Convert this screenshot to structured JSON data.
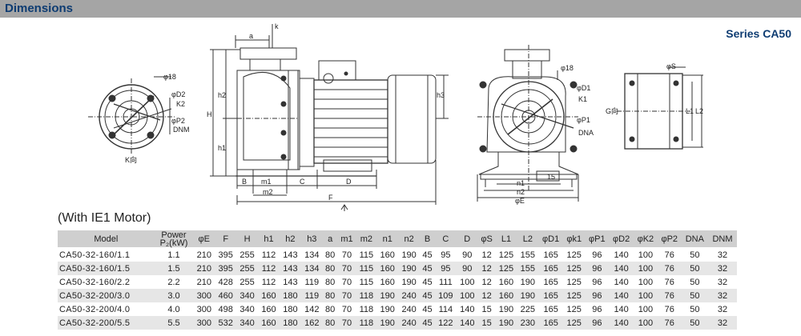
{
  "header": {
    "title": "Dimensions"
  },
  "series_label": "Series CA50",
  "drawing_labels": {
    "top_a": "a",
    "top_k": "k",
    "H": "H",
    "h1": "h1",
    "h2": "h2",
    "h3": "h3",
    "B": "B",
    "m1": "m1",
    "m2": "m2",
    "C": "C",
    "D": "D",
    "F": "F",
    "G": "G",
    "left_phi18": "φ18",
    "left_D2": "φD2",
    "left_K2": "K2",
    "left_P2": "φP2",
    "left_DNM": "DNM",
    "left_K": "K向",
    "mid_phi18": "φ18",
    "mid_D1": "φD1",
    "mid_K1": "K1",
    "mid_P1": "φP1",
    "mid_DNA": "DNA",
    "mid_15": "15",
    "mid_n1": "n1",
    "mid_n2": "n2",
    "mid_E": "φE",
    "right_S": "φS",
    "right_G": "G向",
    "right_L1": "L1",
    "right_L2": "L2"
  },
  "motor_note": "(With IE1 Motor)",
  "table": {
    "headers": [
      "Model",
      "Power\nP₂(kW)",
      "φE",
      "F",
      "H",
      "h1",
      "h2",
      "h3",
      "a",
      "m1",
      "m2",
      "n1",
      "n2",
      "B",
      "C",
      "D",
      "φS",
      "L1",
      "L2",
      "φD1",
      "φk1",
      "φP1",
      "φD2",
      "φK2",
      "φP2",
      "DNA",
      "DNM"
    ],
    "rows": [
      [
        "CA50-32-160/1.1",
        "1.1",
        "210",
        "395",
        "255",
        "112",
        "143",
        "134",
        "80",
        "70",
        "115",
        "160",
        "190",
        "45",
        "95",
        "90",
        "12",
        "125",
        "155",
        "165",
        "125",
        "96",
        "140",
        "100",
        "76",
        "50",
        "32"
      ],
      [
        "CA50-32-160/1.5",
        "1.5",
        "210",
        "395",
        "255",
        "112",
        "143",
        "134",
        "80",
        "70",
        "115",
        "160",
        "190",
        "45",
        "95",
        "90",
        "12",
        "125",
        "155",
        "165",
        "125",
        "96",
        "140",
        "100",
        "76",
        "50",
        "32"
      ],
      [
        "CA50-32-160/2.2",
        "2.2",
        "210",
        "428",
        "255",
        "112",
        "143",
        "119",
        "80",
        "70",
        "115",
        "160",
        "190",
        "45",
        "111",
        "100",
        "12",
        "160",
        "190",
        "165",
        "125",
        "96",
        "140",
        "100",
        "76",
        "50",
        "32"
      ],
      [
        "CA50-32-200/3.0",
        "3.0",
        "300",
        "460",
        "340",
        "160",
        "180",
        "119",
        "80",
        "70",
        "118",
        "190",
        "240",
        "45",
        "109",
        "100",
        "12",
        "160",
        "190",
        "165",
        "125",
        "96",
        "140",
        "100",
        "76",
        "50",
        "32"
      ],
      [
        "CA50-32-200/4.0",
        "4.0",
        "300",
        "498",
        "340",
        "160",
        "180",
        "142",
        "80",
        "70",
        "118",
        "190",
        "240",
        "45",
        "114",
        "140",
        "15",
        "190",
        "225",
        "165",
        "125",
        "96",
        "140",
        "100",
        "76",
        "50",
        "32"
      ],
      [
        "CA50-32-200/5.5",
        "5.5",
        "300",
        "532",
        "340",
        "160",
        "180",
        "162",
        "80",
        "70",
        "118",
        "190",
        "240",
        "45",
        "122",
        "140",
        "15",
        "190",
        "230",
        "165",
        "125",
        "96",
        "140",
        "100",
        "76",
        "50",
        "32"
      ]
    ]
  }
}
